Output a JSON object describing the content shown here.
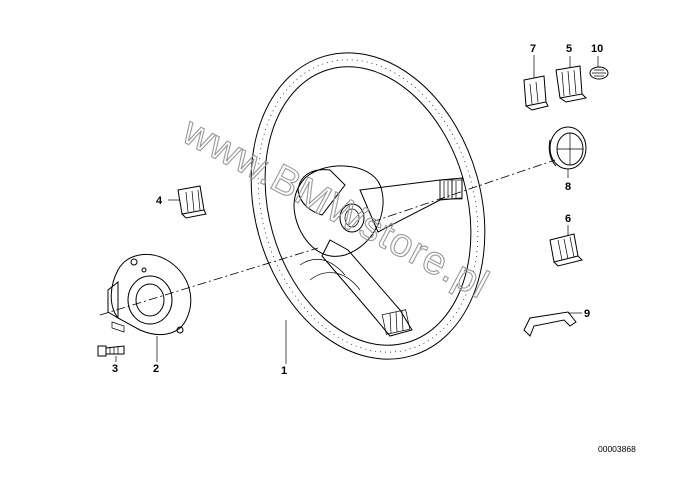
{
  "parts": [
    {
      "id": "part-1",
      "callout": "1",
      "icon": "steering-wheel-icon"
    },
    {
      "id": "part-2",
      "callout": "2",
      "icon": "contact-ring-icon"
    },
    {
      "id": "part-3",
      "callout": "3",
      "icon": "screw-icon"
    },
    {
      "id": "part-4",
      "callout": "4",
      "icon": "clip-icon"
    },
    {
      "id": "part-5",
      "callout": "5",
      "icon": "clip-icon"
    },
    {
      "id": "part-6",
      "callout": "6",
      "icon": "clip-icon"
    },
    {
      "id": "part-7",
      "callout": "7",
      "icon": "clip-icon"
    },
    {
      "id": "part-8",
      "callout": "8",
      "icon": "badge-icon"
    },
    {
      "id": "part-9",
      "callout": "9",
      "icon": "trim-strip-icon"
    },
    {
      "id": "part-10",
      "callout": "10",
      "icon": "emblem-icon"
    }
  ],
  "watermark": "www.BMWstore.pl",
  "drawing_number": "00003868"
}
